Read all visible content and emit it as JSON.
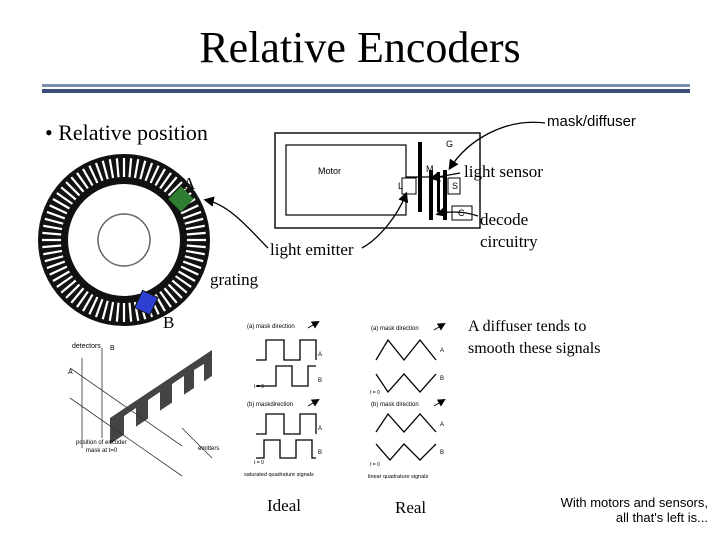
{
  "slide": {
    "title": "Relative Encoders",
    "bullet": "• Relative position",
    "labels": {
      "mask_diffuser": "mask/diffuser",
      "light_sensor": "light sensor",
      "decode_circuitry_1": "decode",
      "decode_circuitry_2": "circuitry",
      "light_emitter": "light emitter",
      "grating": "grating",
      "A": "A",
      "B": "B",
      "diffuser_note_1": "A diffuser tends to",
      "diffuser_note_2": "smooth these signals",
      "ideal": "Ideal",
      "real": "Real",
      "footer_1": "With motors and sensors,",
      "footer_2": "all that's left is..."
    },
    "motor_diagram": {
      "motor": "Motor",
      "G": "G",
      "M": "M",
      "L": "L",
      "S": "S",
      "C": "C"
    },
    "grating_diagram": {
      "detectors": "detectors",
      "B": "B",
      "A": "A",
      "position_1": "position of encoder",
      "position_2": "mask at t=0",
      "emitters": "emitters"
    },
    "ideal_plot": {
      "a_caption": "(a)  mask direction",
      "b_caption": "(b)  maskdirection",
      "A": "A",
      "B": "B",
      "t0": "t = 0",
      "bottom": "saturated quadrature signals"
    },
    "real_plot": {
      "a_caption": "(a)  mask direction",
      "b_caption": "(b)  mask direction",
      "A": "A",
      "B": "B",
      "t0": "t = 0",
      "bottom": "linear quadrature signals"
    },
    "colors": {
      "sensor_green": "#2e7d32",
      "sensor_blue": "#2d3fd0",
      "rule_dark": "#3a4f7a",
      "rule_light": "#7a8fa8"
    }
  }
}
